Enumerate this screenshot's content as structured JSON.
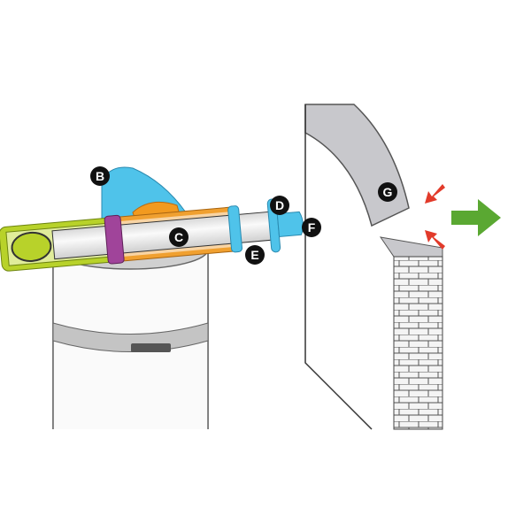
{
  "diagram": {
    "labels": {
      "B": "B",
      "C": "C",
      "D": "D",
      "E": "E",
      "F": "F",
      "G": "G"
    },
    "colors": {
      "elbow_blue": "#4fc3ea",
      "collar_orange": "#f29a1f",
      "sleeve_green": "#b8d22a",
      "outer_orange": "#f0a030",
      "ring_purple": "#a0449a",
      "inner_white": "#eeeeee",
      "wall_gray": "#c8c8cc",
      "intake_red": "#e23a2a",
      "exhaust_green": "#5aa832",
      "label_black": "#111111"
    }
  }
}
